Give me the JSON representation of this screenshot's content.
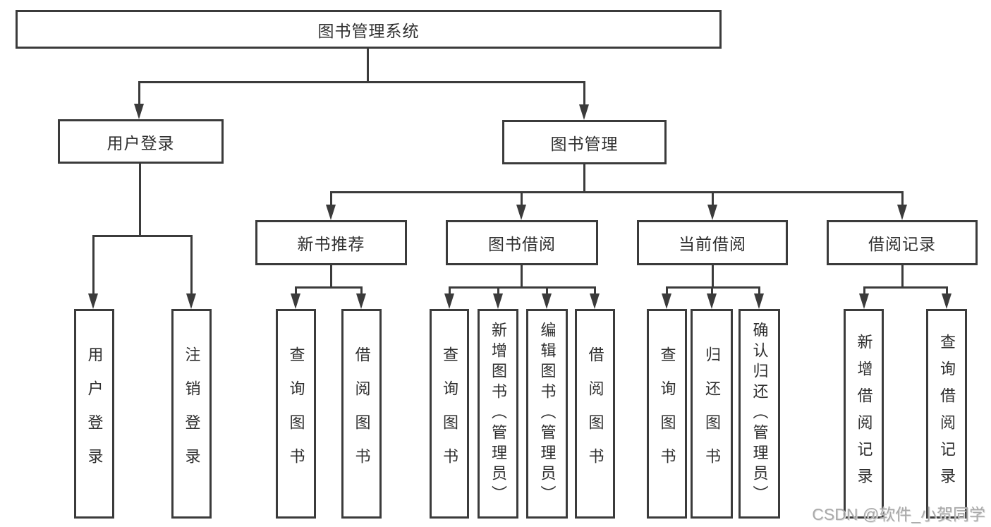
{
  "diagram": {
    "title": "图书管理系统",
    "type": "hierarchy-tree",
    "colors": {
      "line": "#3b3b3b",
      "text": "#2f2f2f",
      "background": "#ffffff",
      "watermark": "#a9a9a9"
    },
    "tree": {
      "label": "图书管理系统",
      "children": [
        {
          "label": "用户登录",
          "children": [
            {
              "label": "用户登录"
            },
            {
              "label": "注销登录"
            }
          ]
        },
        {
          "label": "图书管理",
          "children": [
            {
              "label": "新书推荐",
              "children": [
                {
                  "label": "查询图书"
                },
                {
                  "label": "借阅图书"
                }
              ]
            },
            {
              "label": "图书借阅",
              "children": [
                {
                  "label": "查询图书"
                },
                {
                  "label": "新增图书（管理员）"
                },
                {
                  "label": "编辑图书（管理员）"
                },
                {
                  "label": "借阅图书"
                }
              ]
            },
            {
              "label": "当前借阅",
              "children": [
                {
                  "label": "查询图书"
                },
                {
                  "label": "归还图书"
                },
                {
                  "label": "确认归还（管理员）"
                }
              ]
            },
            {
              "label": "借阅记录",
              "children": [
                {
                  "label": "新增借阅记录"
                },
                {
                  "label": "查询借阅记录"
                }
              ]
            }
          ]
        }
      ]
    },
    "watermark": "CSDN @软件_小贺同学"
  }
}
